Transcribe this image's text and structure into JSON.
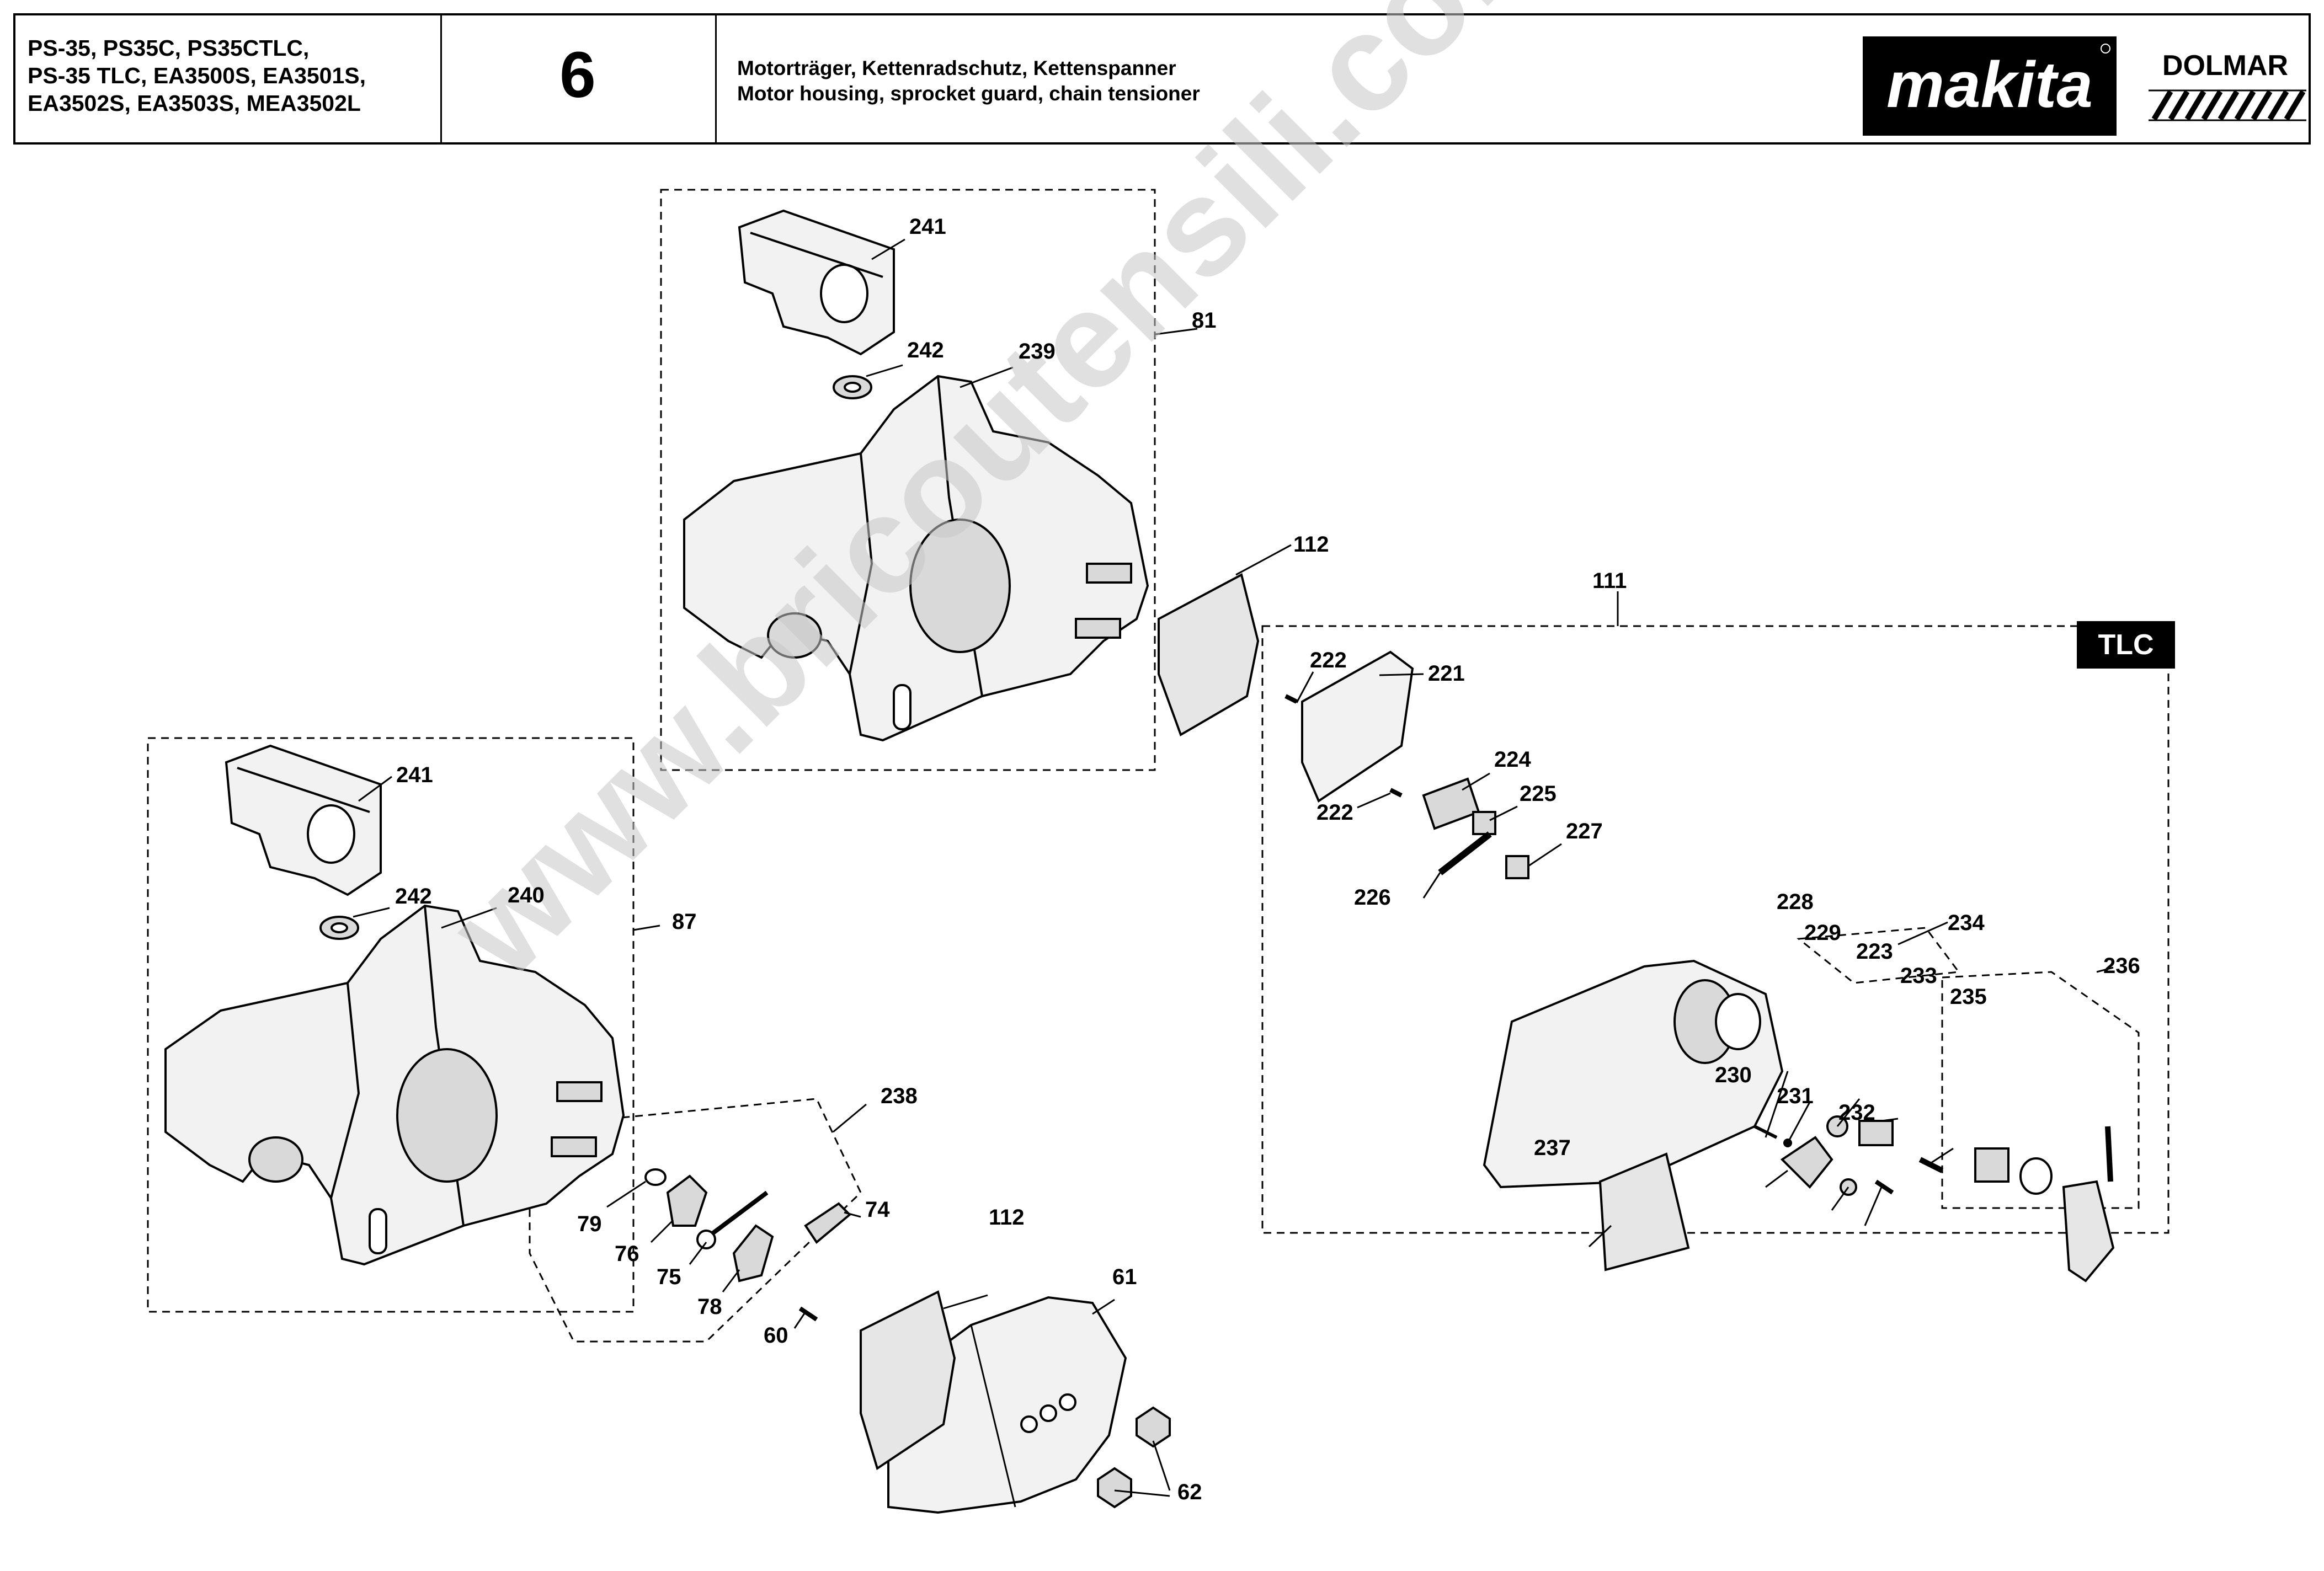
{
  "header": {
    "models": [
      "PS-35, PS35C, PS35CTLC,",
      "PS-35 TLC, EA3500S, EA3501S,",
      "EA3502S, EA3503S, MEA3502L"
    ],
    "page_number": "6",
    "title_de": "Motorträger, Kettenradschutz, Kettenspanner",
    "title_en": "Motor housing, sprocket guard, chain tensioner",
    "brand_primary": "makita",
    "brand_secondary": "DOLMAR"
  },
  "tlc_badge": "TLC",
  "watermark": "www.bricoutensili.com",
  "parts": {
    "p241a": "241",
    "p242a": "242",
    "p239": "239",
    "p81": "81",
    "p112a": "112",
    "p111": "111",
    "p222a": "222",
    "p221": "221",
    "p224": "224",
    "p222b": "222",
    "p225": "225",
    "p227": "227",
    "p226": "226",
    "p228": "228",
    "p229": "229",
    "p223": "223",
    "p234": "234",
    "p233": "233",
    "p235": "235",
    "p236": "236",
    "p230": "230",
    "p231": "231",
    "p232": "232",
    "p237": "237",
    "p241b": "241",
    "p242b": "242",
    "p240": "240",
    "p87": "87",
    "p238": "238",
    "p79": "79",
    "p74": "74",
    "p76": "76",
    "p75": "75",
    "p78": "78",
    "p60": "60",
    "p112b": "112",
    "p61": "61",
    "p62": "62"
  },
  "colors": {
    "line": "#000000",
    "watermark": "#c8c8c8",
    "part_fill": "#f2f2f2",
    "part_shade": "#d9d9d9"
  }
}
